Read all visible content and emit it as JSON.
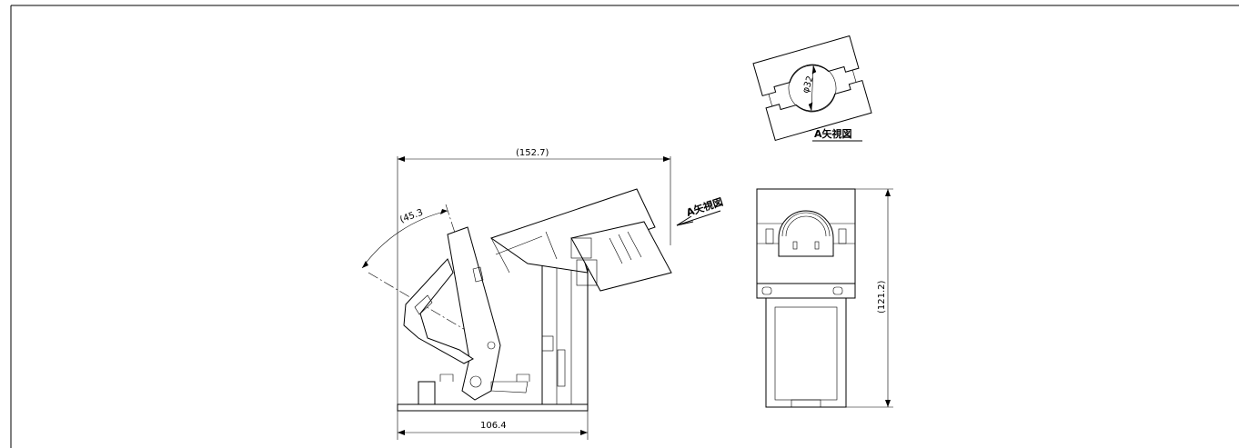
{
  "drawing": {
    "dimensions": {
      "overall_width": "(152.7)",
      "base_width": "106.4",
      "height": "(121.2)",
      "angle": "(45.3",
      "hole_diameter": "φ32"
    },
    "labels": {
      "arrow_view": "A矢視図",
      "view_title": "A矢視図"
    }
  }
}
